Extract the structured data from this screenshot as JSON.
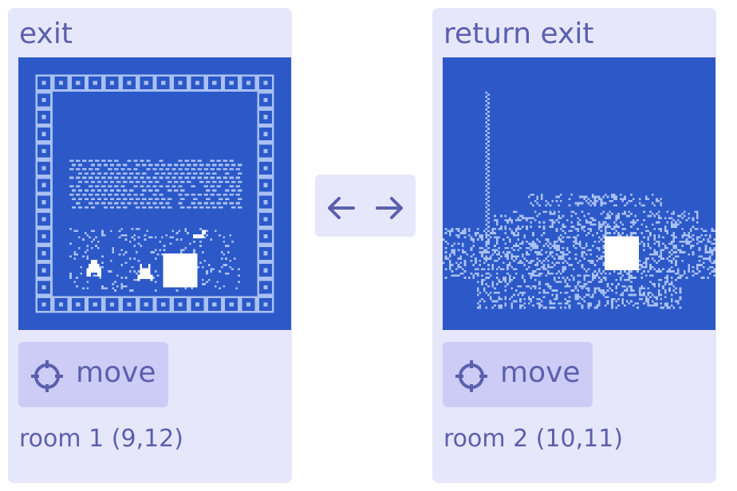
{
  "exit": {
    "title": "exit",
    "move_label": "move",
    "room_label": "room 1 (9,12)"
  },
  "return_exit": {
    "title": "return exit",
    "move_label": "move",
    "room_label": "room 2 (10,11)"
  },
  "swap": {
    "icon": "swap-arrows-icon"
  },
  "colors": {
    "panel_bg": "#e7e7fb",
    "button_bg": "#ccccf6",
    "text": "#5b5fae",
    "room_bg": "#2c58c8",
    "room_fg": "#a9c0f2",
    "white": "#ffffff"
  }
}
